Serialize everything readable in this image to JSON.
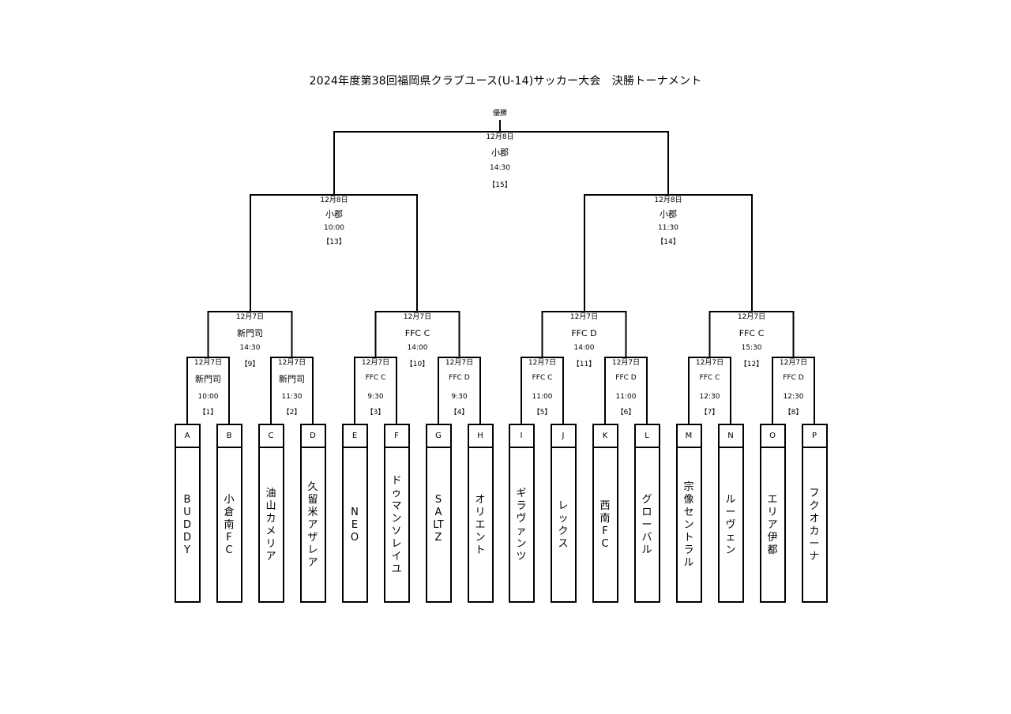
{
  "title": "2024年度第38回福岡県クラブユース(U-14)サッカー大会　決勝トーナメント",
  "champion_label": "優勝",
  "teams": [
    {
      "letter": "A",
      "name": "BUDDY"
    },
    {
      "letter": "B",
      "name": "小倉南FC"
    },
    {
      "letter": "C",
      "name": "油山カメリア"
    },
    {
      "letter": "D",
      "name": "久留米アザレア"
    },
    {
      "letter": "E",
      "name": "NEO"
    },
    {
      "letter": "F",
      "name": "ドゥマンソレイユ"
    },
    {
      "letter": "G",
      "name": "SALTZ"
    },
    {
      "letter": "H",
      "name": "オリエント"
    },
    {
      "letter": "I",
      "name": "ギラヴァンツ"
    },
    {
      "letter": "J",
      "name": "レックス"
    },
    {
      "letter": "K",
      "name": "西南FC"
    },
    {
      "letter": "L",
      "name": "グローバル"
    },
    {
      "letter": "M",
      "name": "宗像セントラル"
    },
    {
      "letter": "N",
      "name": "ルーヴェン"
    },
    {
      "letter": "O",
      "name": "エリア伊都"
    },
    {
      "letter": "P",
      "name": "フクオカーナ"
    }
  ],
  "matches": [
    {
      "date": "12月7日",
      "venue": "新門司",
      "time": "10:00",
      "number": "【1】"
    },
    {
      "date": "12月7日",
      "venue": "新門司",
      "time": "11:30",
      "number": "【2】"
    },
    {
      "date": "12月7日",
      "venue": "FFC C",
      "time": "9:30",
      "number": "【3】"
    },
    {
      "date": "12月7日",
      "venue": "FFC D",
      "time": "9:30",
      "number": "【4】"
    },
    {
      "date": "12月7日",
      "venue": "FFC C",
      "time": "11:00",
      "number": "【5】"
    },
    {
      "date": "12月7日",
      "venue": "FFC D",
      "time": "11:00",
      "number": "【6】"
    },
    {
      "date": "12月7日",
      "venue": "FFC C",
      "time": "12:30",
      "number": "【7】"
    },
    {
      "date": "12月7日",
      "venue": "FFC D",
      "time": "12:30",
      "number": "【8】"
    },
    {
      "date": "12月7日",
      "venue": "新門司",
      "time": "14:30",
      "number": "【9】"
    },
    {
      "date": "12月7日",
      "venue": "FFC C",
      "time": "14:00",
      "number": "【10】"
    },
    {
      "date": "12月7日",
      "venue": "FFC D",
      "time": "14:00",
      "number": "【11】"
    },
    {
      "date": "12月7日",
      "venue": "FFC C",
      "time": "15:30",
      "number": "【12】"
    },
    {
      "date": "12月8日",
      "venue": "小郡",
      "time": "10:00",
      "number": "【13】"
    },
    {
      "date": "12月8日",
      "venue": "小郡",
      "time": "11:30",
      "number": "【14】"
    },
    {
      "date": "12月8日",
      "venue": "小郡",
      "time": "14:30",
      "number": "【15】"
    }
  ]
}
